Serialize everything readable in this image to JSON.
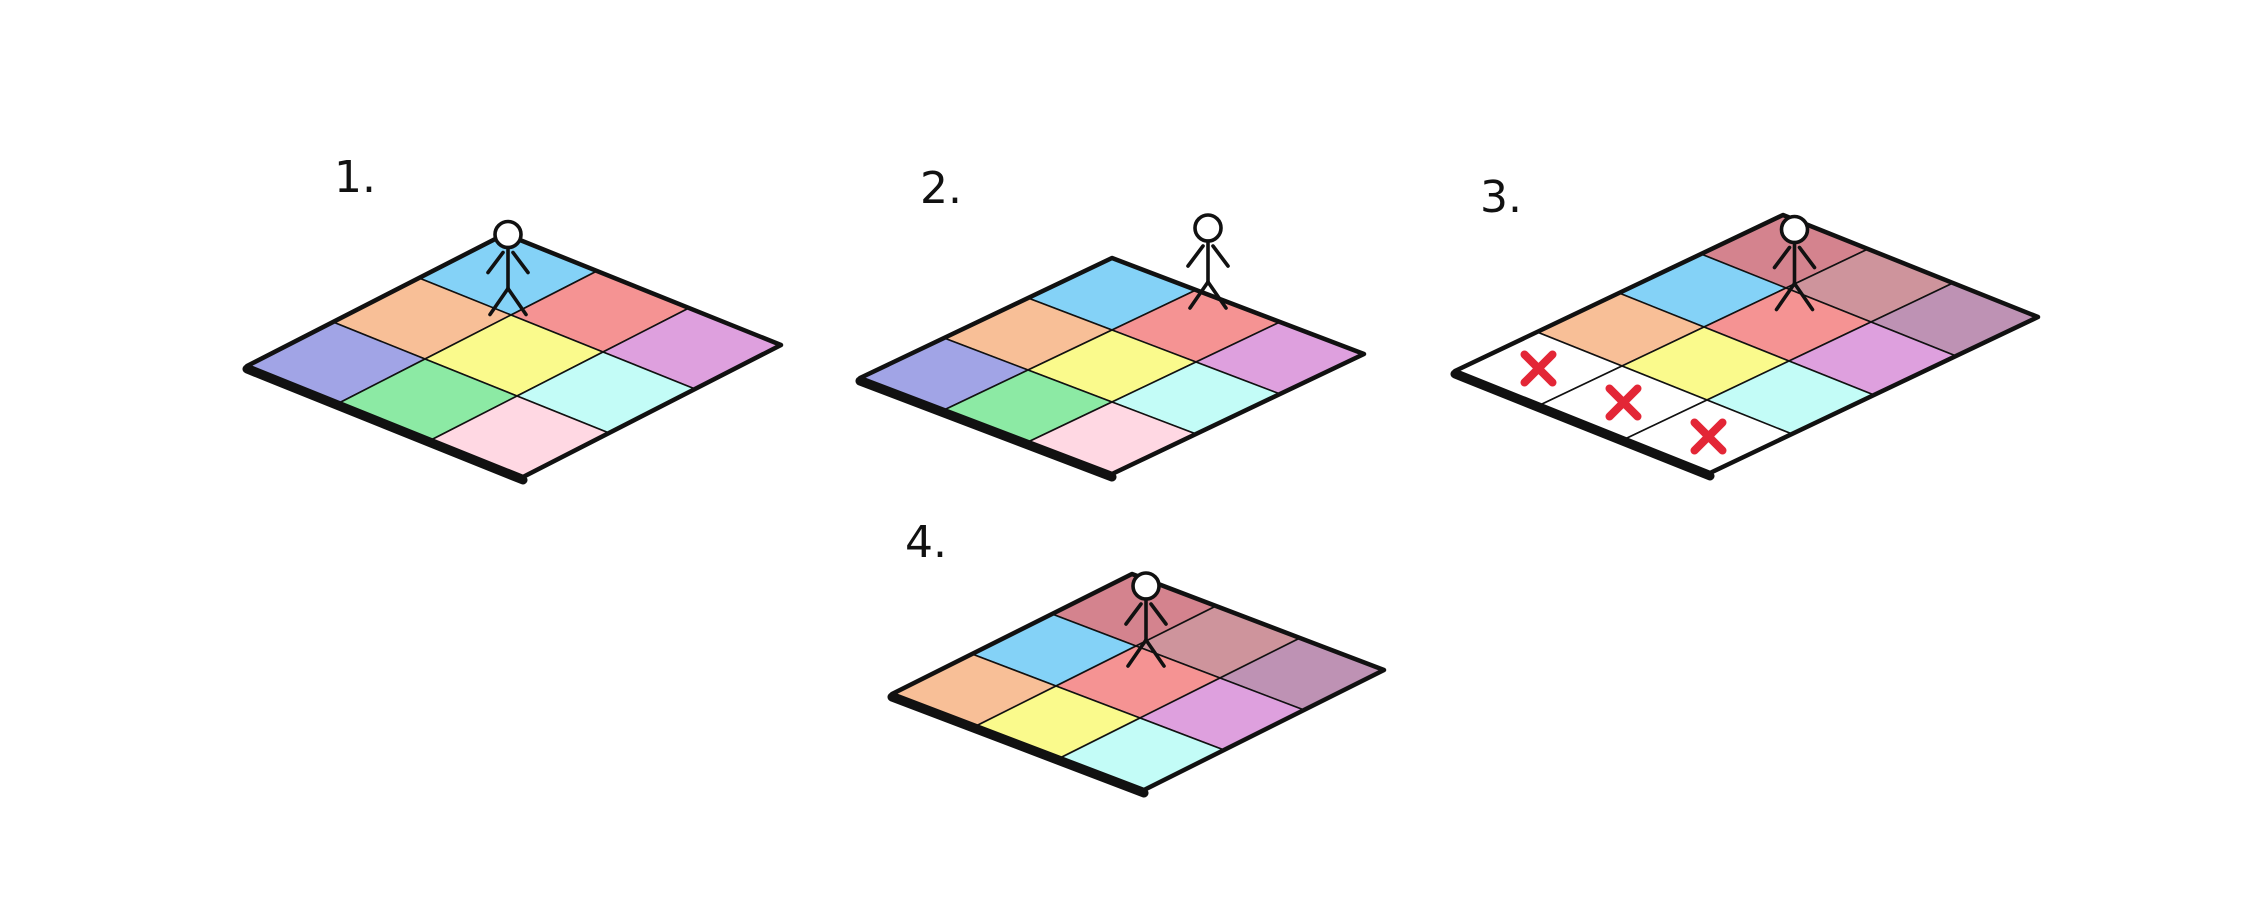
{
  "steps": [
    {
      "label": "1.",
      "grid": [
        [
          "#84d2f7",
          "#f59393",
          "#dea0de"
        ],
        [
          "#f8bf97",
          "#fafa8c",
          "#c3fcf7"
        ],
        [
          "#a1a4e6",
          "#8ceaa4",
          "#ffd8e3"
        ]
      ]
    },
    {
      "label": "2.",
      "grid": [
        [
          "#84d2f7",
          "#f59393",
          "#dea0de"
        ],
        [
          "#f8bf97",
          "#fafa8c",
          "#c3fcf7"
        ],
        [
          "#a1a4e6",
          "#8ceaa4",
          "#ffd8e3"
        ]
      ]
    },
    {
      "label": "3.",
      "grid": [
        [
          "#d4838e",
          "#ce949c",
          "#be92b4"
        ],
        [
          "#84d2f7",
          "#f59393",
          "#dea0de"
        ],
        [
          "#f8bf97",
          "#fafa8c",
          "#c3fcf7"
        ],
        [
          "#ffffff",
          "#ffffff",
          "#ffffff"
        ]
      ],
      "removed_row": [
        "×",
        "×",
        "×"
      ]
    },
    {
      "label": "4.",
      "grid": [
        [
          "#d4838e",
          "#ce949c",
          "#be92b4"
        ],
        [
          "#84d2f7",
          "#f59393",
          "#dea0de"
        ],
        [
          "#f8bf97",
          "#fafa8c",
          "#c3fcf7"
        ]
      ]
    }
  ],
  "colors": {
    "line": "#111111",
    "mark": "#e32636",
    "background": "#ffffff"
  },
  "icons": {
    "person": "stick-figure-icon",
    "removed": "red-x-icon"
  }
}
